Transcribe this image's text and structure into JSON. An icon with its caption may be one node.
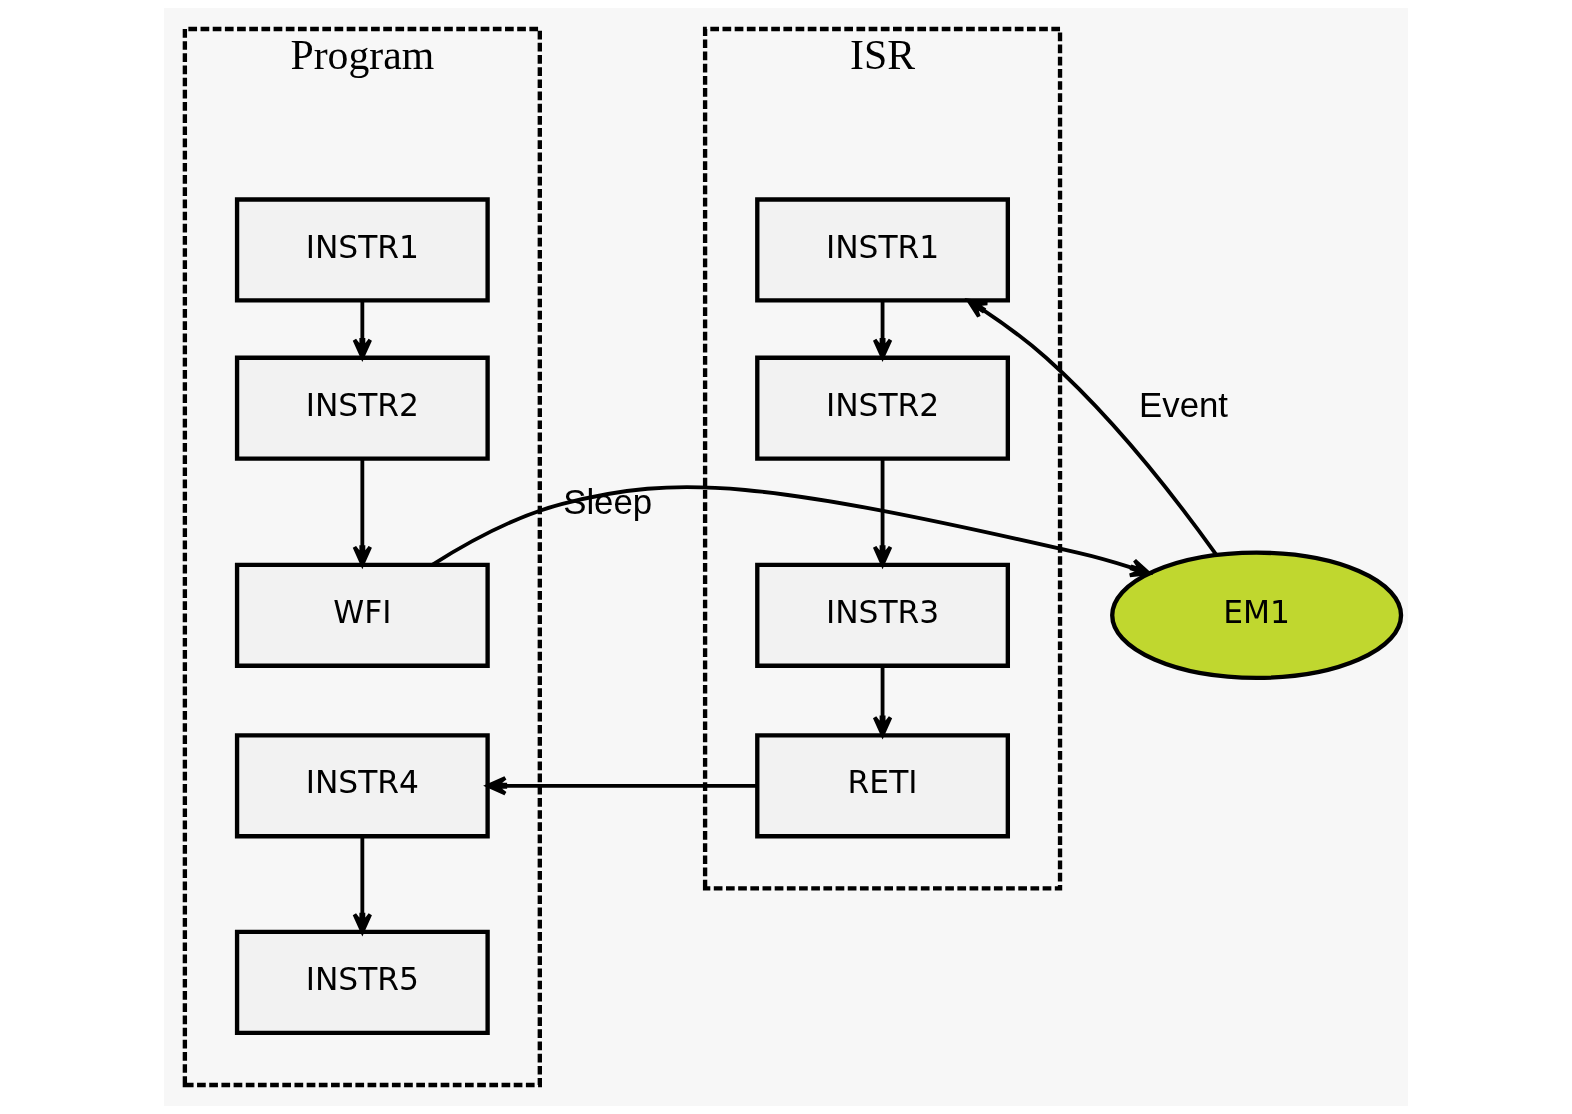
{
  "diagram": {
    "nodes": [
      {
        "text": [
          "Program"
        ]
      },
      {
        "text": [
          "INSTR1"
        ],
        "in": 0
      },
      {
        "text": [
          "INSTR2"
        ],
        "in": 0
      },
      {
        "text": [
          "WFI"
        ],
        "in": 0
      },
      {
        "text": [
          "INSTR4"
        ],
        "in": 0
      },
      {
        "text": [
          "INSTR5"
        ],
        "in": 0
      },
      {
        "text": [
          "EM1"
        ]
      },
      {
        "text": [
          "ISR"
        ]
      },
      {
        "text": [
          "INSTR1"
        ],
        "in": 7
      },
      {
        "text": [
          "INSTR2"
        ],
        "in": 7
      },
      {
        "text": [
          "INSTR3"
        ],
        "in": 7
      },
      {
        "text": [
          "RETI"
        ],
        "in": 7
      }
    ],
    "edges": [
      {
        "from": 1,
        "to": 2,
        "arrow": "to"
      },
      {
        "from": 2,
        "to": 3,
        "arrow": "to"
      },
      {
        "from": 3,
        "to": 6,
        "arrow": "to",
        "label": "Sleep"
      },
      {
        "from": 6,
        "to": 8,
        "arrow": "to",
        "label": "Event"
      },
      {
        "from": 8,
        "to": 9,
        "arrow": "to"
      },
      {
        "from": 9,
        "to": 10,
        "arrow": "to"
      },
      {
        "from": 10,
        "to": 11,
        "arrow": "to"
      },
      {
        "from": 11,
        "to": 4,
        "arrow": "to"
      },
      {
        "from": 4,
        "to": 5,
        "arrow": "to"
      }
    ]
  }
}
